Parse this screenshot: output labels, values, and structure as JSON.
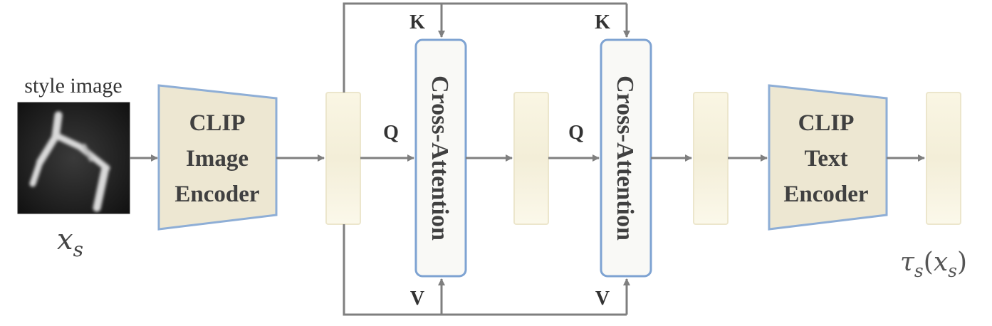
{
  "style_image": {
    "caption": "style image",
    "symbol": "x",
    "symbol_sub": "s"
  },
  "image_encoder": {
    "line1": "CLIP",
    "line2": "Image",
    "line3": "Encoder"
  },
  "text_encoder": {
    "line1": "CLIP",
    "line2": "Text",
    "line3": "Encoder"
  },
  "cross_attention_1": {
    "label": "Cross-Attention",
    "k_label": "K",
    "q_label": "Q",
    "v_label": "V"
  },
  "cross_attention_2": {
    "label": "Cross-Attention",
    "k_label": "K",
    "q_label": "Q",
    "v_label": "V"
  },
  "output": {
    "tau": "τ",
    "tau_sub": "s",
    "paren_open": "(",
    "x": "x",
    "x_sub": "s",
    "paren_close": ")"
  },
  "colors": {
    "encoder_fill": "#ede7d2",
    "encoder_stroke": "#8eaed6",
    "feature_fill": "#faf8ec",
    "feature_stroke": "#ece6cc",
    "attention_fill": "#f9f9f6",
    "attention_stroke": "#7ea3d2",
    "arrow": "#7f7f7f",
    "text": "#404040"
  }
}
